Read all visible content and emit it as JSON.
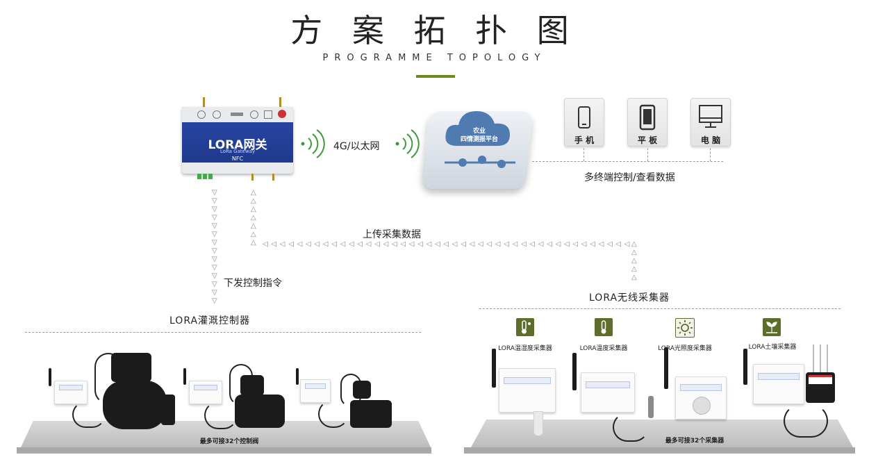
{
  "header": {
    "title": "方 案 拓 扑 图",
    "subtitle": "PROGRAMME   TOPOLOGY",
    "accent_color": "#6e8c1b"
  },
  "gateway": {
    "name": "LORA网关",
    "subname": "LoRa Gateway",
    "nfc": "NFC"
  },
  "network": {
    "label": "4G/以太网"
  },
  "cloud": {
    "name_line1": "农业",
    "name_line2": "四情测报平台"
  },
  "terminals": {
    "items": [
      {
        "label": "手 机",
        "icon": "phone-icon"
      },
      {
        "label": "平 板",
        "icon": "tablet-icon"
      },
      {
        "label": "电 脑",
        "icon": "monitor-icon"
      }
    ],
    "caption": "多终端控制/查看数据"
  },
  "flows": {
    "upload_label": "上传采集数据",
    "command_label": "下发控制指令"
  },
  "irrigation": {
    "title": "LORA灌溉控制器",
    "floor_text": "最多可接32个控制阀"
  },
  "collectors": {
    "title": "LORA无线采集器",
    "floor_text": "最多可接32个采集器",
    "items": [
      {
        "label": "LORA温湿度采集器",
        "icon": "thermometer-humidity-icon"
      },
      {
        "label": "LORA温度采集器",
        "icon": "thermometer-icon"
      },
      {
        "label": "LORA光照度采集器",
        "icon": "sun-icon"
      },
      {
        "label": "LORA土壤采集器",
        "icon": "sprout-icon"
      }
    ]
  }
}
